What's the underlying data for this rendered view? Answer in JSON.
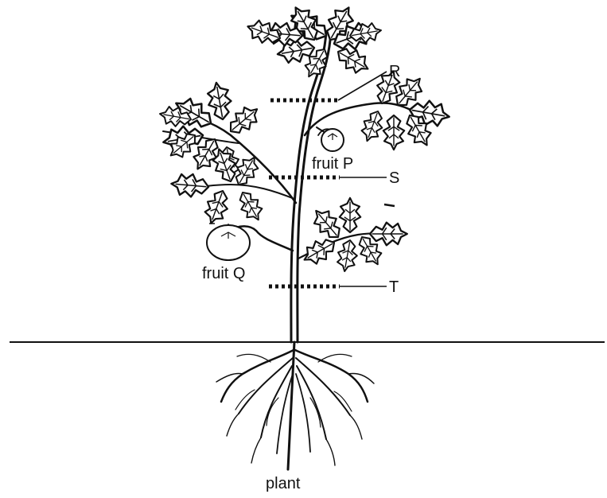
{
  "labels": {
    "r": "R",
    "s": "S",
    "t": "T",
    "fruit_p": "fruit P",
    "fruit_q": "fruit Q",
    "plant": "plant"
  }
}
